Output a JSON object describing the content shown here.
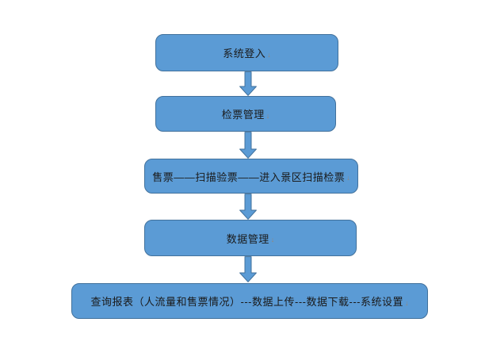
{
  "diagram": {
    "type": "flowchart",
    "direction": "top-down",
    "colors": {
      "node_fill": "#5b9bd5",
      "node_border": "#41719c",
      "arrow_fill": "#5b9bd5",
      "arrow_border": "#41719c",
      "text": "#1a1a1a",
      "background": "#ffffff",
      "format_mark": "#94867a"
    },
    "format_mark": "↓",
    "nodes": [
      {
        "id": "system-login",
        "label": "系统登入"
      },
      {
        "id": "ticket-check-management",
        "label": "检票管理"
      },
      {
        "id": "ticketing-process",
        "label": "售票——扫描验票——进入景区扫描检票"
      },
      {
        "id": "data-management",
        "label": "数据管理"
      },
      {
        "id": "reports-and-settings",
        "label": "查询报表（人流量和售票情况）---数据上传---数据下载---系统设置"
      }
    ],
    "connectors": [
      {
        "from": "system-login",
        "to": "ticket-check-management",
        "icon": "down-arrow-icon"
      },
      {
        "from": "ticket-check-management",
        "to": "ticketing-process",
        "icon": "down-arrow-icon"
      },
      {
        "from": "ticketing-process",
        "to": "data-management",
        "icon": "down-arrow-icon"
      },
      {
        "from": "data-management",
        "to": "reports-and-settings",
        "icon": "down-arrow-icon"
      }
    ]
  }
}
